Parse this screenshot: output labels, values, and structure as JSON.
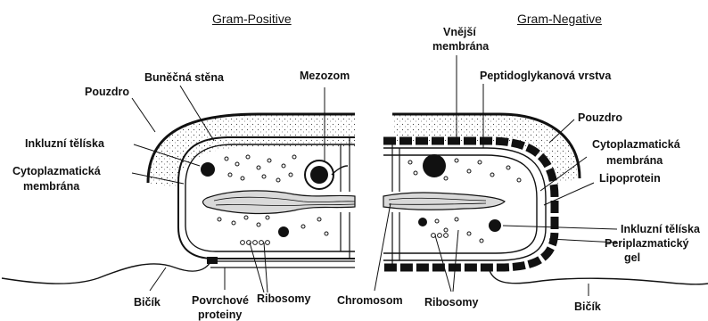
{
  "headings": {
    "gram_positive": "Gram-Positive",
    "gram_negative": "Gram-Negative"
  },
  "labels": {
    "bunecna_stena": "Buněčná stěna",
    "pouzdro_left": "Pouzdro",
    "mezozom": "Mezozom",
    "inkluzni_left": "Inkluzní tělíska",
    "cytoplazmaticka_left_1": "Cytoplazmatická",
    "cytoplazmaticka_left_2": "membrána",
    "bicik_left": "Bičík",
    "povrchove_1": "Povrchové",
    "povrchove_2": "proteiny",
    "ribosomy_left": "Ribosomy",
    "chromosom": "Chromosom",
    "ribosomy_right": "Ribosomy",
    "bicik_right": "Bičík",
    "vnejsi_1": "Vnější",
    "vnejsi_2": "membrána",
    "peptidoglykan": "Peptidoglykanová vrstva",
    "pouzdro_right": "Pouzdro",
    "cytoplazmaticka_right_1": "Cytoplazmatická",
    "cytoplazmaticka_right_2": "membrána",
    "lipoprotein": "Lipoprotein",
    "inkluzni_right": "Inkluzní tělíska",
    "periplazmaticky_1": "Periplazmatický",
    "periplazmaticky_2": "gel"
  }
}
